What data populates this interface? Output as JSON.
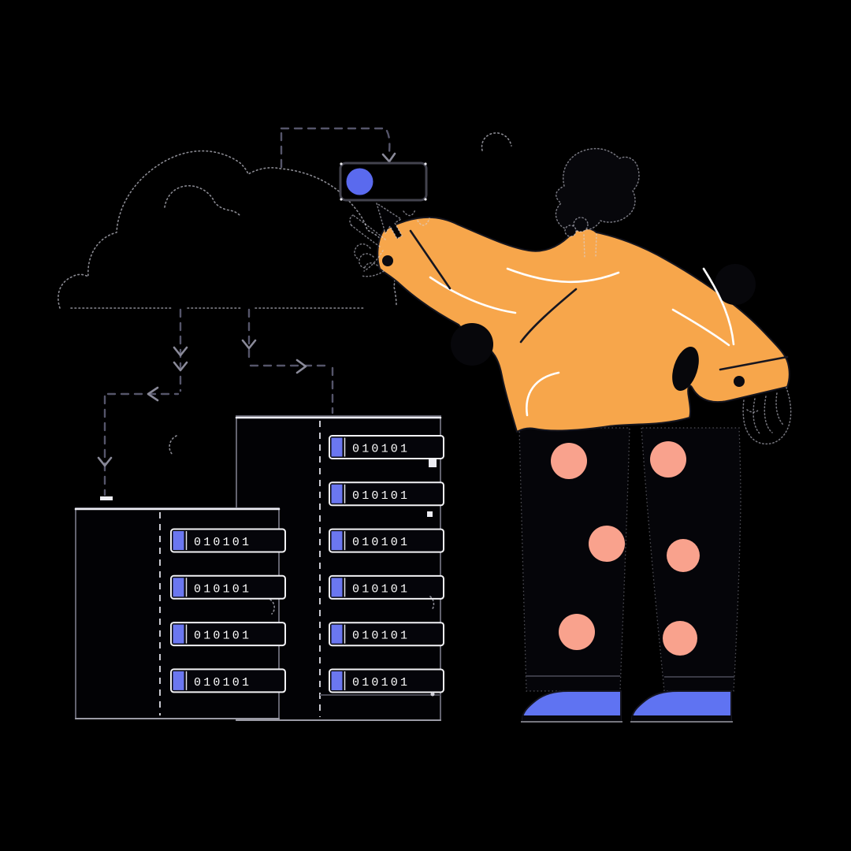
{
  "scene": {
    "background": "#000000",
    "description": "Flat illustration of a person touching a cloud-computing panel above two server racks"
  },
  "palette": {
    "jacket_orange": "#F7A64B",
    "dot_salmon": "#F9A28D",
    "accent_blue": "#6B77F0",
    "led_blue": "#5A6AEE",
    "shoe_blue": "#5F73F2",
    "row_outline": "#F2F2F5",
    "row_fill": "#05050A",
    "digit_white": "#FFFFFF",
    "connector_gray": "#55556A",
    "ink": "#0A0A10"
  },
  "racks": {
    "left": {
      "rows": [
        {
          "code": "010101"
        },
        {
          "code": "010101"
        },
        {
          "code": "010101"
        },
        {
          "code": "010101"
        }
      ]
    },
    "right": {
      "rows": [
        {
          "code": "010101"
        },
        {
          "code": "010101"
        },
        {
          "code": "010101"
        },
        {
          "code": "010101"
        },
        {
          "code": "010101"
        },
        {
          "code": "010101"
        }
      ]
    }
  }
}
